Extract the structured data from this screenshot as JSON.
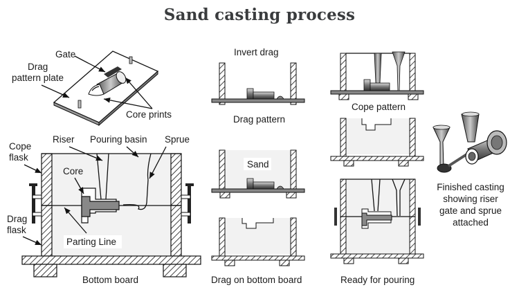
{
  "title": "Sand casting process",
  "pattern_plate": {
    "labels": {
      "gate": "Gate",
      "drag_pattern_plate_1": "Drag",
      "drag_pattern_plate_2": "pattern plate",
      "core_prints": "Core prints"
    }
  },
  "mold_cross_section": {
    "labels": {
      "cope_flask_1": "Cope",
      "cope_flask_2": "flask",
      "riser": "Riser",
      "pouring_basin": "Pouring basin",
      "sprue": "Sprue",
      "core": "Core",
      "drag_flask_1": "Drag",
      "drag_flask_2": "flask",
      "parting_line": "Parting Line",
      "bottom_board": "Bottom board"
    }
  },
  "steps": [
    {
      "top_label": "Invert drag",
      "bottom_label": "Drag pattern"
    },
    {
      "inner_label": "Sand"
    },
    {
      "bottom_label": "Drag on bottom board"
    },
    {
      "bottom_label": "Cope pattern"
    },
    {
      "bottom_label": "Ready for pouring"
    }
  ],
  "finished_casting": {
    "lines": [
      "Finished casting",
      "showing riser",
      "gate and sprue",
      "attached"
    ]
  }
}
